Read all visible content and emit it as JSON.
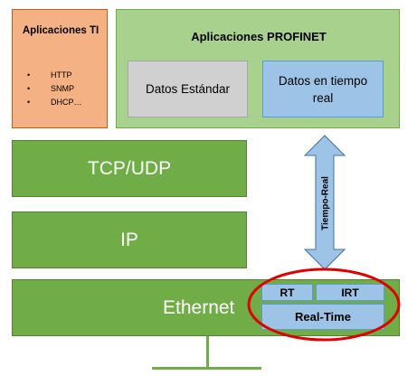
{
  "ti_apps": {
    "title": "Aplicaciones TI",
    "items": [
      "HTTP",
      "SNMP",
      "DHCP…"
    ]
  },
  "profinet_apps": {
    "title": "Aplicaciones PROFINET",
    "standard_data": "Datos Estándar",
    "realtime_data": "Datos en tiempo real"
  },
  "layers": {
    "transport": "TCP/UDP",
    "network": "IP",
    "link": "Ethernet"
  },
  "realtime_channels": {
    "rt": "RT",
    "irt": "IRT",
    "realtime": "Real-Time"
  },
  "arrow_label": "Tiempo-Real",
  "colors": {
    "ti_fill": "#f4b183",
    "profinet_fill": "#a9d18e",
    "layer_fill": "#70ad47",
    "blue_fill": "#9dc3e6",
    "highlight_ellipse": "#e00000"
  }
}
